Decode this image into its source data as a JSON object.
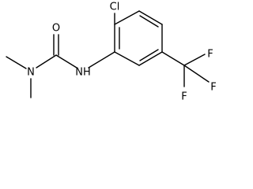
{
  "molecule": {
    "atoms": [
      {
        "id": "a1",
        "symbol": "Cl"
      },
      {
        "id": "a2",
        "symbol": "O"
      },
      {
        "id": "a3",
        "symbol": "N"
      },
      {
        "id": "a4",
        "symbol": "NH"
      },
      {
        "id": "a5",
        "symbol": "F"
      },
      {
        "id": "a6",
        "symbol": "F"
      },
      {
        "id": "a7",
        "symbol": "F"
      }
    ]
  }
}
